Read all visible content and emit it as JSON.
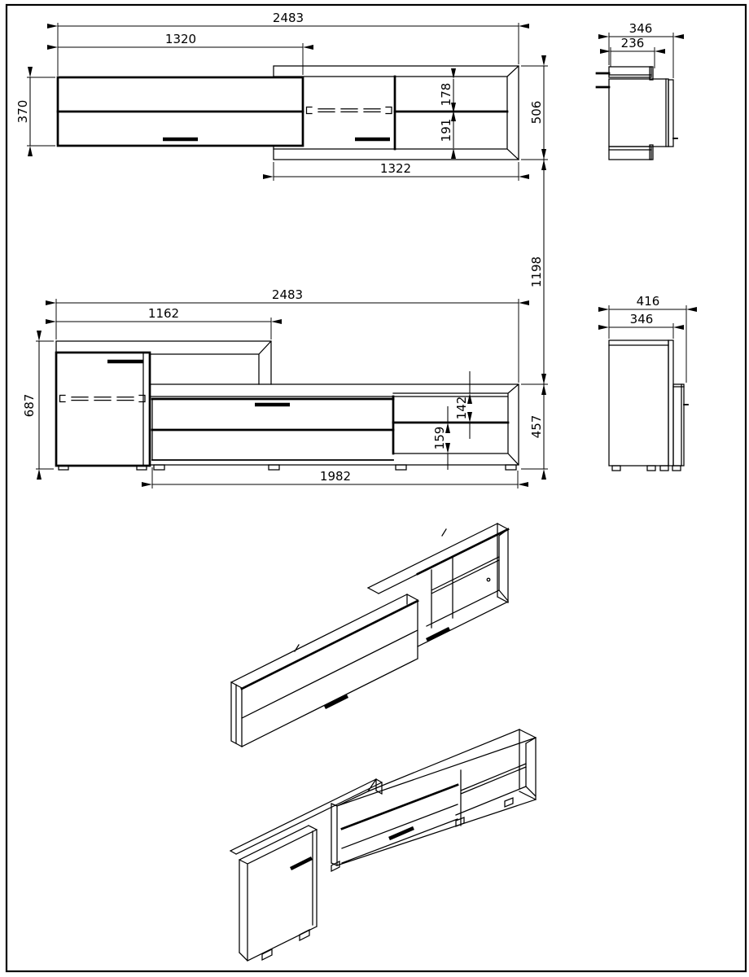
{
  "drawing": {
    "kind": "furniture technical drawing, TV wall unit, orthographic and isometric views",
    "line_color": "#000000",
    "background": "#ffffff",
    "dims": {
      "upper_front": {
        "total_width": "2483",
        "shelf_width": "1320",
        "shelf_height": "370",
        "upper_gap": "178",
        "lower_gap": "191",
        "right_width": "1322",
        "right_height": "506"
      },
      "upper_side": {
        "total_depth": "346",
        "shelf_depth": "236"
      },
      "overall": {
        "total_height": "1198"
      },
      "lower_front": {
        "total_width": "2483",
        "panel_width": "1162",
        "panel_height": "687",
        "upper_gap": "142",
        "lower_gap": "159",
        "base_width": "1982",
        "base_height": "457"
      },
      "lower_side": {
        "total_depth": "416",
        "cabinet_depth": "346"
      }
    }
  }
}
